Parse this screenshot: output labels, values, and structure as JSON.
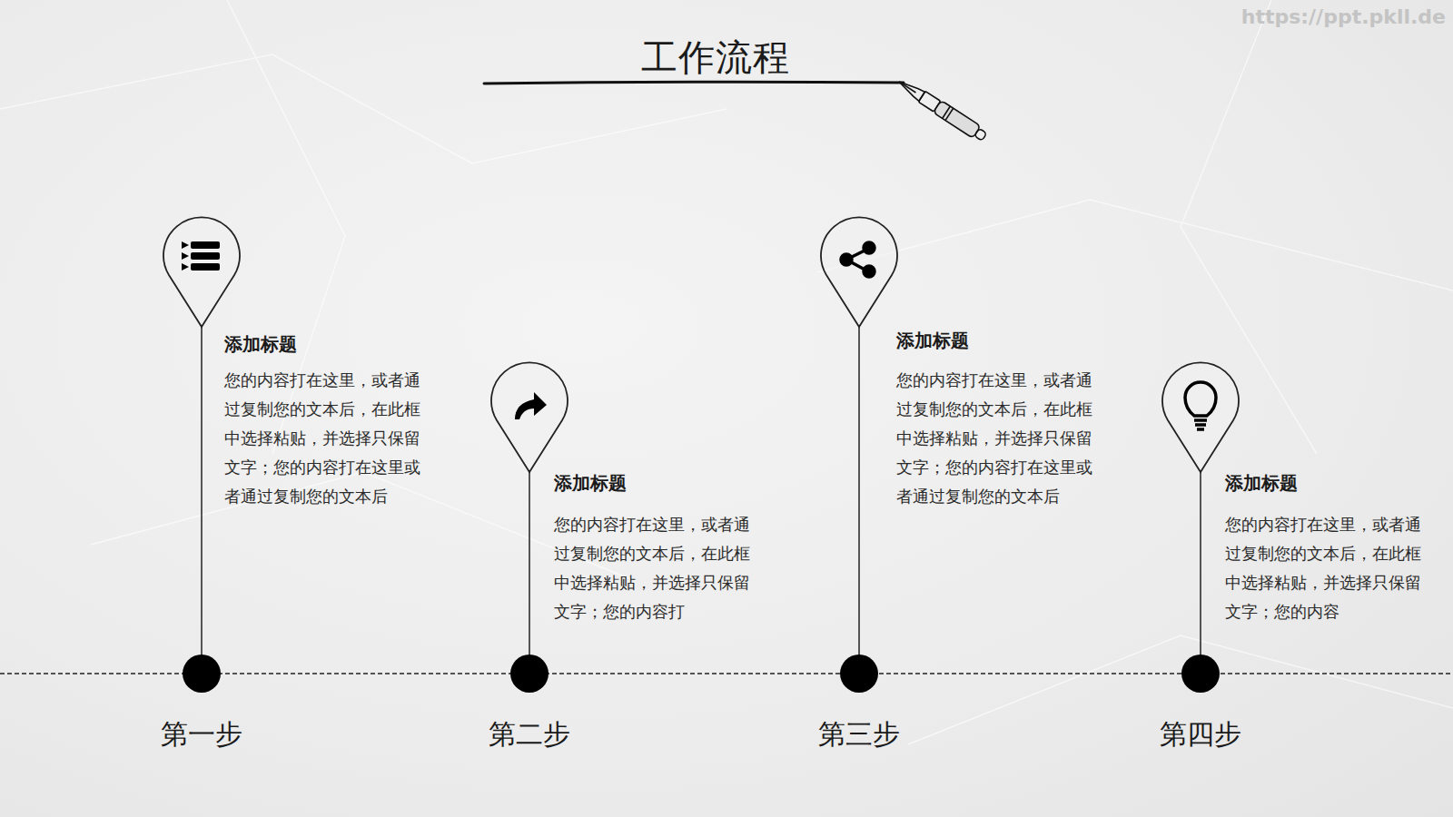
{
  "diagram": {
    "title": "工作流程",
    "labels": [
      "https://ppt.pkll.de",
      "添加标题",
      "您的内容打在这里，或者通过复制您的文本后，在此框中选择粘贴，并选择只保留文字；您的内容打在这里或者通过复制您的文本后",
      "第一步",
      "添加标题",
      "您的内容打在这里，或者通过复制您的文本后，在此框中选择粘贴，并选择只保留文字；您的内容打",
      "第二步",
      "添加标题",
      "您的内容打在这里，或者通过复制您的文本后，在此框中选择粘贴，并选择只保留文字；您的内容打在这里或者通过复制您的文本后",
      "第三步",
      "添加标题",
      "您的内容打在这里，或者通过复制您的文本后，在此框中选择粘贴，并选择只保留文字；您的内容",
      "第四步"
    ]
  }
}
